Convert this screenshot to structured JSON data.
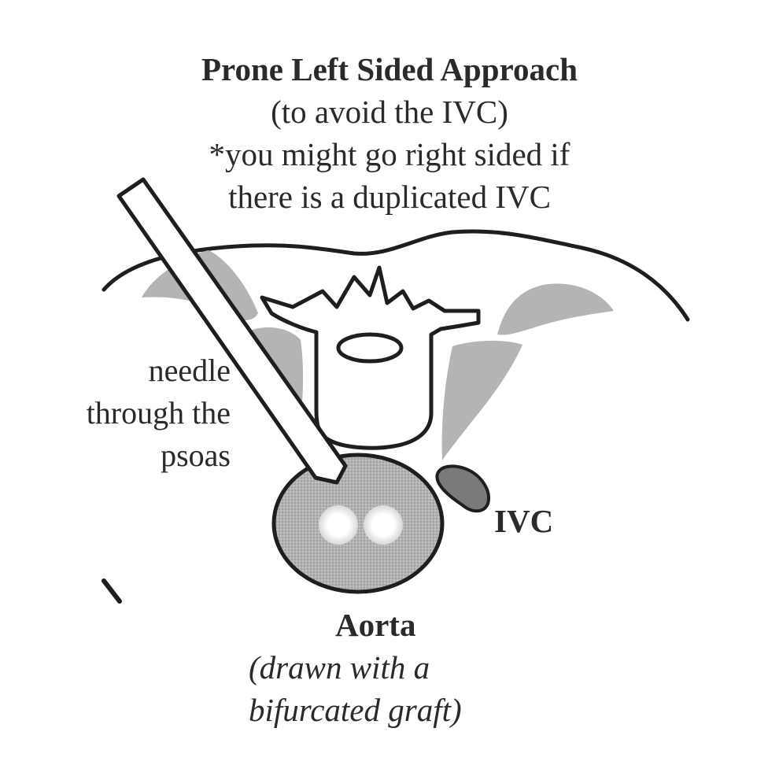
{
  "title": "Prone Left Sided Approach",
  "subtitle_lines": [
    "(to avoid the IVC)",
    "*you might go right sided if",
    "there is a duplicated IVC"
  ],
  "needle_label_lines": [
    "needle",
    "through the",
    "psoas"
  ],
  "ivc_label": "IVC",
  "aorta_label": "Aorta",
  "aorta_note_lines": [
    "(drawn with a",
    "bifurcated graft)"
  ],
  "colors": {
    "outline": "#1e1e1e",
    "psoas_fill": "#b4b4b4",
    "ivc_fill": "#7a7a7a",
    "aorta_fill": "#a9a9a9",
    "lumen_fill": "#ffffff",
    "text": "#2a2a2a"
  }
}
